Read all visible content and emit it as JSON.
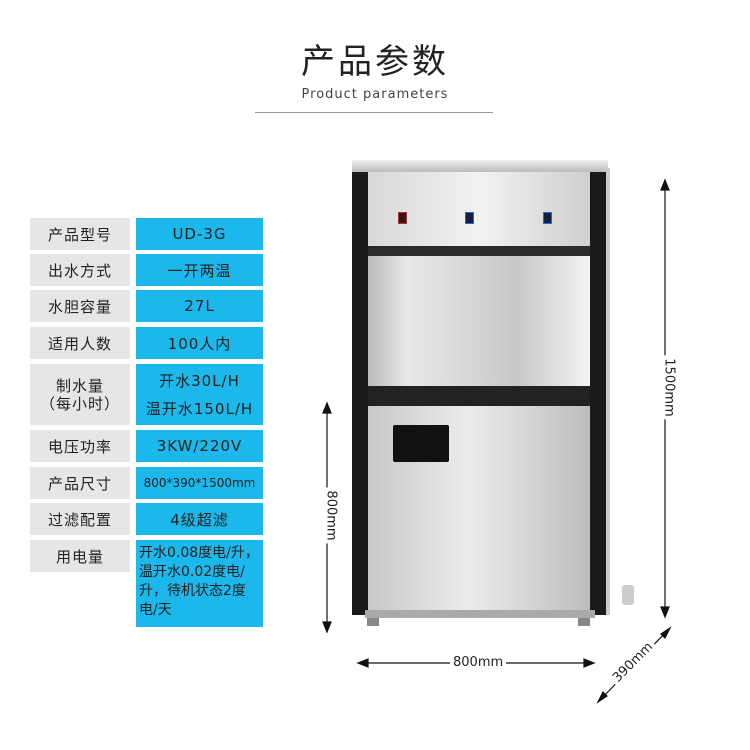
{
  "header": {
    "title": "产品参数",
    "subtitle": "Product parameters"
  },
  "specs": [
    {
      "label": "产品型号",
      "value": "UD-3G"
    },
    {
      "label": "出水方式",
      "value": "一开两温"
    },
    {
      "label": "水胆容量",
      "value": "27L"
    },
    {
      "label": "适用人数",
      "value": "100人内"
    },
    {
      "label": "制水量",
      "label2": "（每小时）",
      "value": "开水30L/H",
      "value2": "温开水150L/H"
    },
    {
      "label": "电压功率",
      "value": "3KW/220V"
    },
    {
      "label": "产品尺寸",
      "value": "800*390*1500mm"
    },
    {
      "label": "过滤配置",
      "value": "4级超滤"
    },
    {
      "label": "用电量",
      "value": "开水0.08度电/升，温开水0.02度电/升，待机状态2度电/天"
    }
  ],
  "dimensions": {
    "height": "1500mm",
    "cabinet_height": "800mm",
    "width": "800mm",
    "depth": "390mm"
  },
  "colors": {
    "accent": "#1cb8ec",
    "label_bg": "#e6e6e6"
  }
}
